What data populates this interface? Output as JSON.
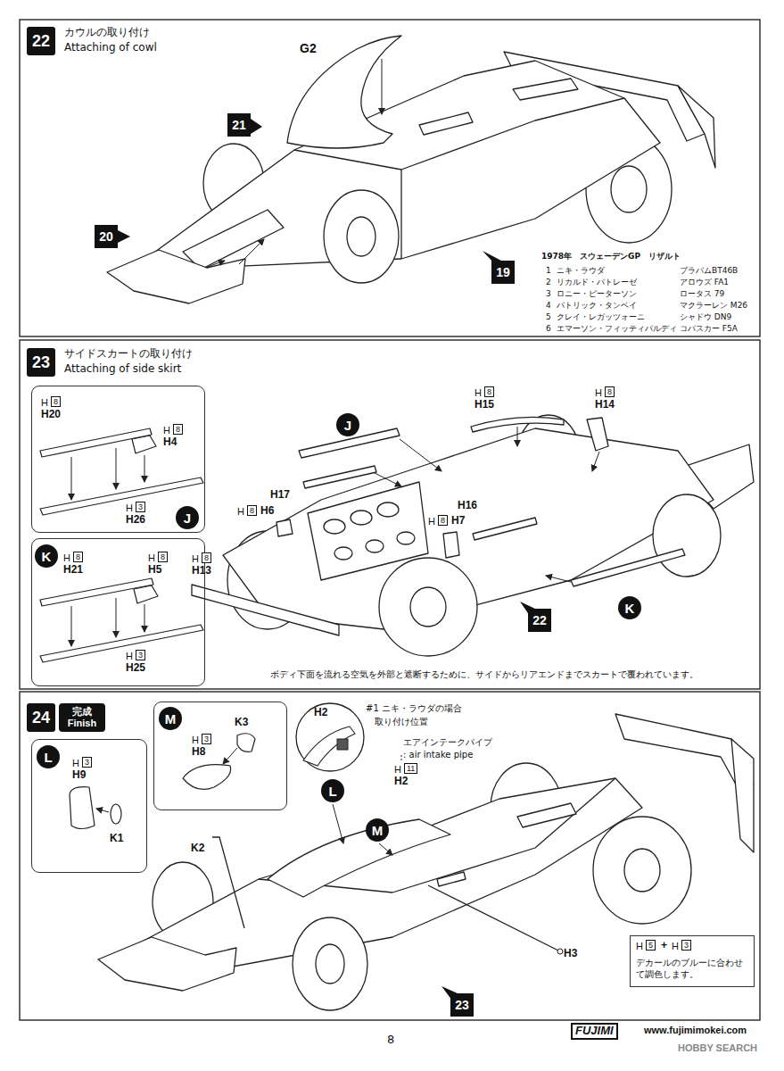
{
  "diagram": {
    "nodes": [
      {
        "text": [
          "22"
        ]
      },
      {
        "text": [
          "21"
        ]
      },
      {
        "text": [
          "20"
        ]
      },
      {
        "text": [
          "19"
        ]
      },
      {
        "text": [
          "23"
        ]
      },
      {
        "text": [
          "H",
          "8",
          "H20",
          "H",
          "8",
          "H4",
          "H",
          "3",
          "H26"
        ]
      },
      {
        "text": [
          "J"
        ],
        "in": 5
      },
      {
        "text": [
          "H",
          "8",
          "H21",
          "H",
          "8",
          "H5",
          "H",
          "3",
          "H25"
        ]
      },
      {
        "text": [
          "K"
        ],
        "in": 7
      },
      {
        "text": [
          "J"
        ]
      },
      {
        "text": [
          "K"
        ]
      },
      {
        "text": [
          "22"
        ]
      },
      {
        "text": [
          "24"
        ]
      },
      {
        "text": [
          "完成",
          "Finish"
        ]
      },
      {
        "text": [
          "H",
          "3",
          "H9",
          "K1"
        ]
      },
      {
        "text": [
          "L"
        ],
        "in": 14
      },
      {
        "text": [
          "H",
          "3",
          "H8",
          "K3"
        ]
      },
      {
        "text": [
          "M"
        ],
        "in": 16
      },
      {
        "text": [
          "L"
        ]
      },
      {
        "text": [
          "M"
        ]
      },
      {
        "text": [
          "H",
          "5",
          "+",
          "H",
          "3",
          "デカールのブルーに合わせて調色します。"
        ]
      },
      {
        "text": [
          "23"
        ]
      }
    ],
    "labels": [
      "カウルの取り付け",
      "Attaching of cowl",
      "G2",
      "1978年　スウェーデンGP　リザルト",
      "1",
      "ニキ・ラウダ",
      "ブラバムBT46B",
      "2",
      "リカルド・パトレーゼ",
      "アロウズ FA1",
      "3",
      "ロニー・ピーターソン",
      "ロータス 79",
      "4",
      "パトリック・タンベイ",
      "マクラーレン M26",
      "5",
      "クレイ・レガッツォーニ",
      "シャドウ DN9",
      "6",
      "エマーソン・フィッティパルディ",
      "コパスカー F5A",
      "サイドスカートの取り付け",
      "Attaching of side skirt",
      "H",
      "8",
      "H15",
      "H",
      "8",
      "H14",
      "H17",
      "H",
      "8",
      "H6",
      "H16",
      "H",
      "8",
      "H7",
      "H",
      "8",
      "H13",
      "ボディ下面を流れる空気を外部と遮断するために、サイドからリアエンドまでスカートで覆われています。",
      "#1 ニキ・ラウダの場合",
      "取り付け位置",
      "H2",
      "エアインテークパイプ",
      ": air intake pipe",
      "H",
      "11",
      "H2",
      "K2",
      "H3",
      "8",
      "FUJIMI",
      "www.fujimimokei.com",
      "HOBBY SEARCH"
    ]
  }
}
